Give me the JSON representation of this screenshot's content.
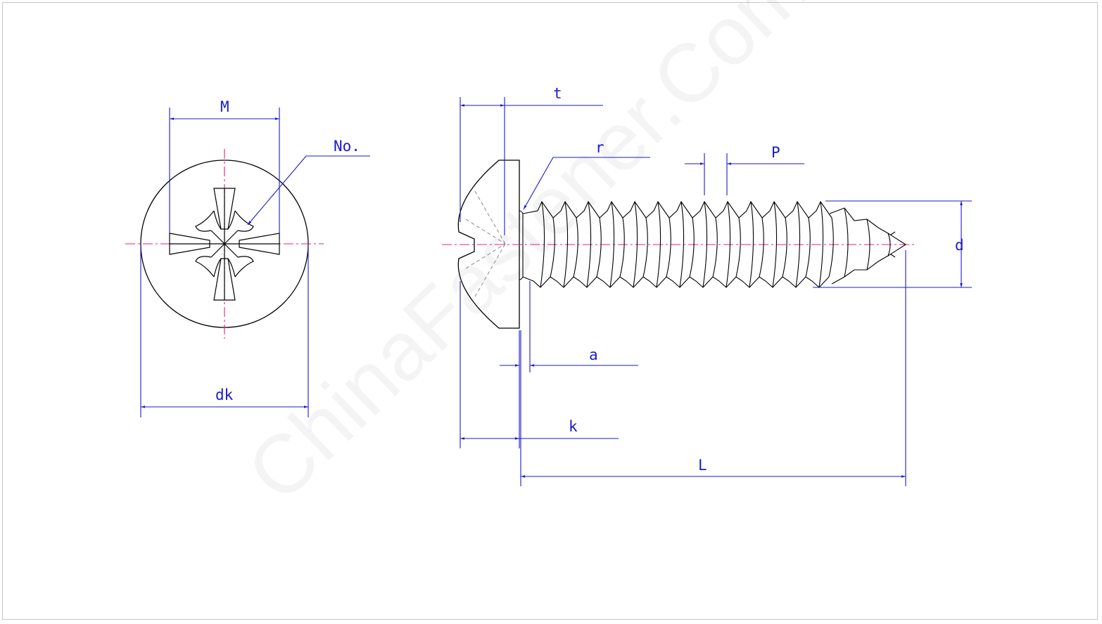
{
  "watermark": "ChinaFastener.Com",
  "colors": {
    "dimension": "#1a1acc",
    "centerline": "#e0208a",
    "outline": "#000000",
    "hidden": "#888888"
  },
  "labels": {
    "M": "M",
    "No": "No.",
    "dk": "dk",
    "t": "t",
    "r": "r",
    "P": "P",
    "d": "d",
    "a": "a",
    "k": "k",
    "L": "L"
  }
}
